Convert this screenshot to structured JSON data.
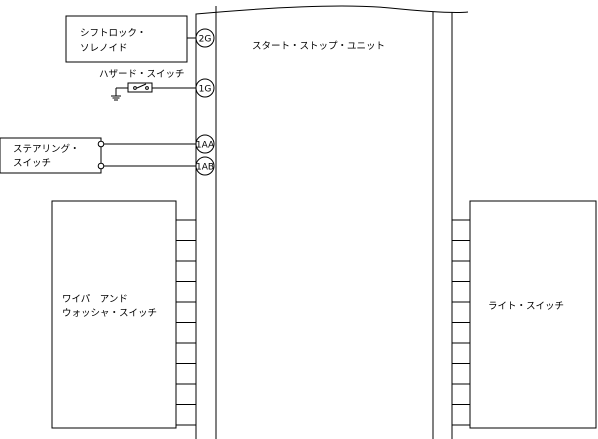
{
  "diagram": {
    "main_unit": {
      "label": "スタート・ストップ・ユニット"
    },
    "shift_lock": {
      "line1": "シフトロック・",
      "line2": "ソレノイド",
      "pin": "2G"
    },
    "hazard": {
      "label": "ハザード・スイッチ",
      "pin": "1G"
    },
    "steering": {
      "line1": "ステアリング・",
      "line2": "スイッチ",
      "pin_a": "1AA",
      "pin_b": "1AB"
    },
    "wiper": {
      "line1": "ワイパ　アンド",
      "line2": "ウォッシャ・スイッチ",
      "connector_pins": 10
    },
    "light": {
      "label": "ライト・スイッチ",
      "connector_pins": 10
    }
  }
}
